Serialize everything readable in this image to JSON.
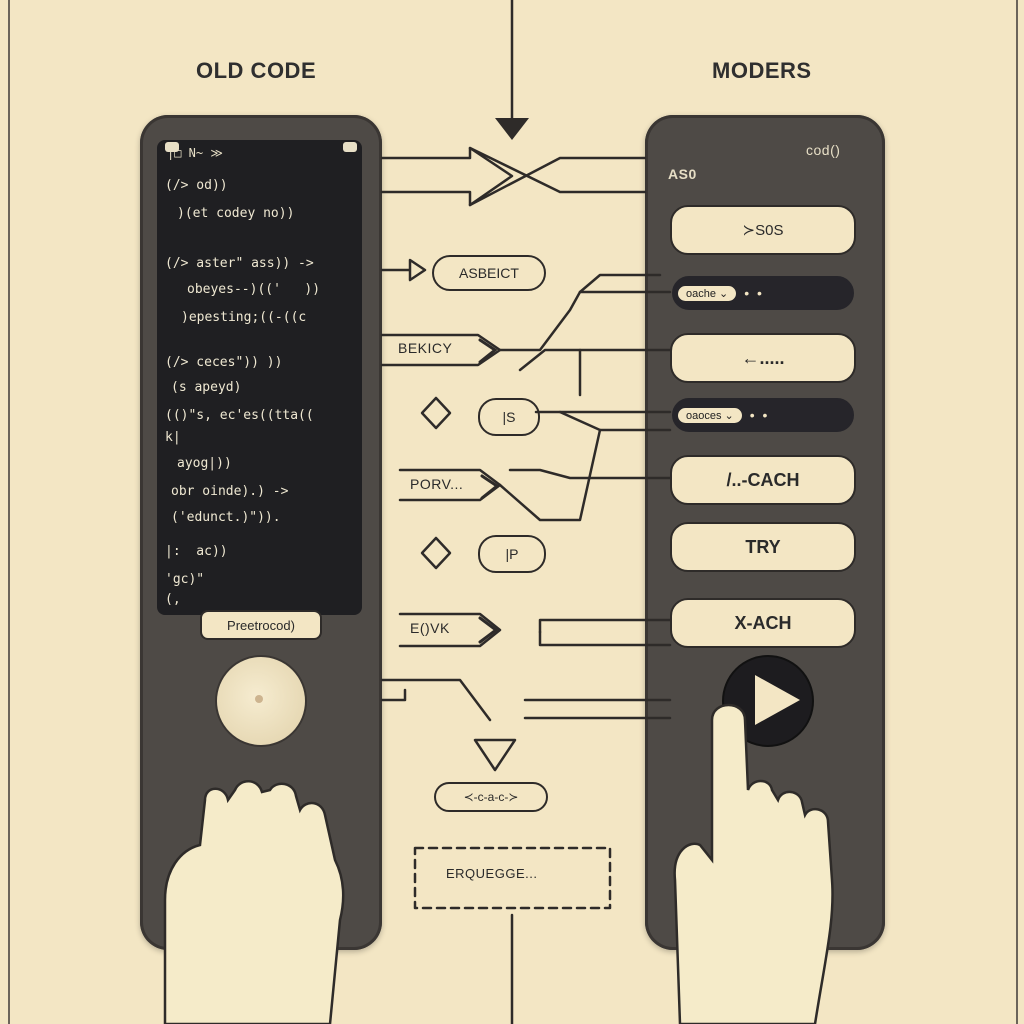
{
  "headings": {
    "left": "OLD CODE",
    "right": "MODERS"
  },
  "left_device": {
    "screen_top": "|□ N~ ≫",
    "code_lines": [
      "(/> od))",
      ")(et codey no))",
      "(/> aster\" ass)) ->",
      "obeyes--)(('   ))",
      ")epesting;((-((c",
      "(/> ceces\")) ))",
      "(s apeyd)",
      "(()\"s, ec'es((tta((",
      "k|",
      "ayog|))",
      "obr oinde).) ->",
      "('edunct.)\")).",
      "|:  ac))",
      "'gc)\"",
      "(,"
    ],
    "bottom_label": "Preetrocod)"
  },
  "right_device": {
    "top_right": "cod()",
    "top_left": "AS0",
    "pills": [
      {
        "label": "≻S0S",
        "style": "light"
      },
      {
        "label": "oache ⌄",
        "style": "dark",
        "dots": "• •"
      },
      {
        "label": "←.....",
        "style": "light"
      },
      {
        "label": "oaoces ⌄",
        "style": "dark",
        "dots": "• •"
      },
      {
        "label": "/..-CACH",
        "style": "light"
      },
      {
        "label": "TRY",
        "style": "light"
      },
      {
        "label": "X-ACH",
        "style": "light"
      }
    ]
  },
  "middle": {
    "labels": [
      "ASBEICT",
      "BEKICY",
      "|S",
      "PORV...",
      "|P",
      "E()VK",
      "≺-c-a-c-≻",
      "ERQUEGGE..."
    ]
  },
  "colors": {
    "paper": "#f3e6c4",
    "device": "#4e4a46",
    "ink": "#2e2b29",
    "screen": "#1f1f22"
  }
}
